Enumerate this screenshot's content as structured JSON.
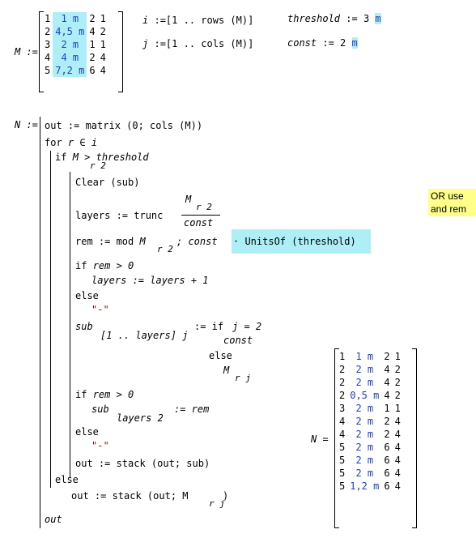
{
  "colors": {
    "unit": "#1f3fbf",
    "highlight": "#aeeef6",
    "note_bg": "#ffff8a"
  },
  "M": {
    "label": "M :=",
    "rows": [
      [
        "1",
        "1 m",
        "2",
        "1"
      ],
      [
        "2",
        "4,5 m",
        "4",
        "2"
      ],
      [
        "3",
        "2 m",
        "1",
        "1"
      ],
      [
        "4",
        "4 m",
        "2",
        "4"
      ],
      [
        "5",
        "7,2 m",
        "6",
        "4"
      ]
    ]
  },
  "defs": {
    "i": {
      "lhs": "i",
      "assign": ":=",
      "range": "[1 .. rows (M)]"
    },
    "j": {
      "lhs": "j",
      "assign": ":=",
      "range": "[1 .. cols (M)]"
    },
    "threshold": {
      "name": "threshold",
      "assign": ":=",
      "value": "3",
      "unit": "m"
    },
    "const": {
      "name": "const",
      "assign": ":=",
      "value": "2",
      "unit": "m"
    }
  },
  "program": {
    "label": "N :=",
    "lines": {
      "l1": "out := matrix (0; cols (M))",
      "l2_kw": "for",
      "l2_var": "r ∈ i",
      "l3_kw": "if",
      "l3_M": "M",
      "l3_sub": "r 2",
      "l3_rest": "> threshold",
      "l4": "Clear (sub)",
      "l5_lhs": "layers := trunc",
      "l5_num": "M",
      "l5_num_sub": "r 2",
      "l5_den": "const",
      "l6_lhs": "rem := mod",
      "l6_M": "M",
      "l6_sub": "r 2",
      "l6_sep": "; const",
      "l6_rest": "· UnitsOf (threshold)",
      "l7_kw": "if",
      "l7_cond": "rem > 0",
      "l8": "layers := layers + 1",
      "l9_kw": "else",
      "l10": "\"-\"",
      "l11_sub": "sub",
      "l11_idx": "[1 .. layers] j",
      "l11_assign": ":= if",
      "l11_cond": "j = 2",
      "l11_const": "const",
      "l12_kw": "else",
      "l12_M": "M",
      "l12_sub": "r j",
      "l13_kw": "if",
      "l13_cond": "rem > 0",
      "l14_sub": "sub",
      "l14_idx": "layers 2",
      "l14_rest": ":= rem",
      "l15_kw": "else",
      "l16": "\"-\"",
      "l17": "out := stack (out; sub)",
      "l18_kw": "else",
      "l19_lhs": "out := stack (out; M",
      "l19_sub": "r j",
      "l19_close": ")",
      "l20": "out"
    }
  },
  "N": {
    "label": "N =",
    "rows": [
      [
        "1",
        "1 m",
        "2",
        "1"
      ],
      [
        "2",
        "2 m",
        "4",
        "2"
      ],
      [
        "2",
        "2 m",
        "4",
        "2"
      ],
      [
        "2",
        "0,5 m",
        "4",
        "2"
      ],
      [
        "3",
        "2 m",
        "1",
        "1"
      ],
      [
        "4",
        "2 m",
        "2",
        "4"
      ],
      [
        "4",
        "2 m",
        "2",
        "4"
      ],
      [
        "5",
        "2 m",
        "6",
        "4"
      ],
      [
        "5",
        "2 m",
        "6",
        "4"
      ],
      [
        "5",
        "2 m",
        "6",
        "4"
      ],
      [
        "5",
        "1,2 m",
        "6",
        "4"
      ]
    ]
  },
  "note": {
    "line1": "OR use",
    "line2": "and rem"
  }
}
